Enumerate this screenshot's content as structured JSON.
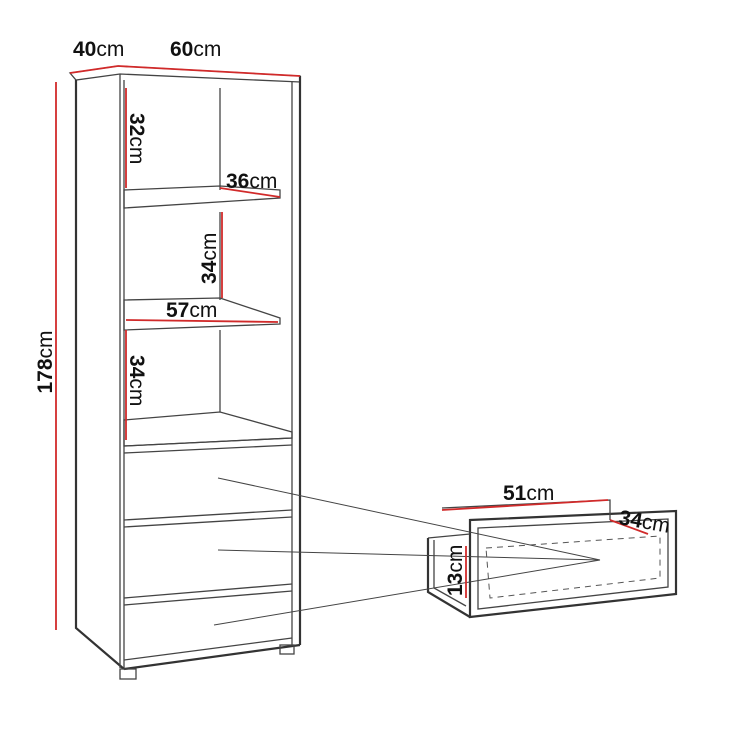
{
  "dimensions": {
    "depth": {
      "value": "40",
      "unit": "cm"
    },
    "width": {
      "value": "60",
      "unit": "cm"
    },
    "height": {
      "value": "178",
      "unit": "cm"
    },
    "shelf1_height": {
      "value": "32",
      "unit": "cm"
    },
    "shelf_depth": {
      "value": "36",
      "unit": "cm"
    },
    "shelf2_height": {
      "value": "34",
      "unit": "cm"
    },
    "shelf_width": {
      "value": "57",
      "unit": "cm"
    },
    "shelf3_height": {
      "value": "34",
      "unit": "cm"
    },
    "drawer_width": {
      "value": "51",
      "unit": "cm"
    },
    "drawer_depth": {
      "value": "34",
      "unit": "cm"
    },
    "drawer_height": {
      "value": "13",
      "unit": "cm"
    }
  },
  "colors": {
    "dimension_line": "#d12a2a",
    "outline": "#333333"
  }
}
